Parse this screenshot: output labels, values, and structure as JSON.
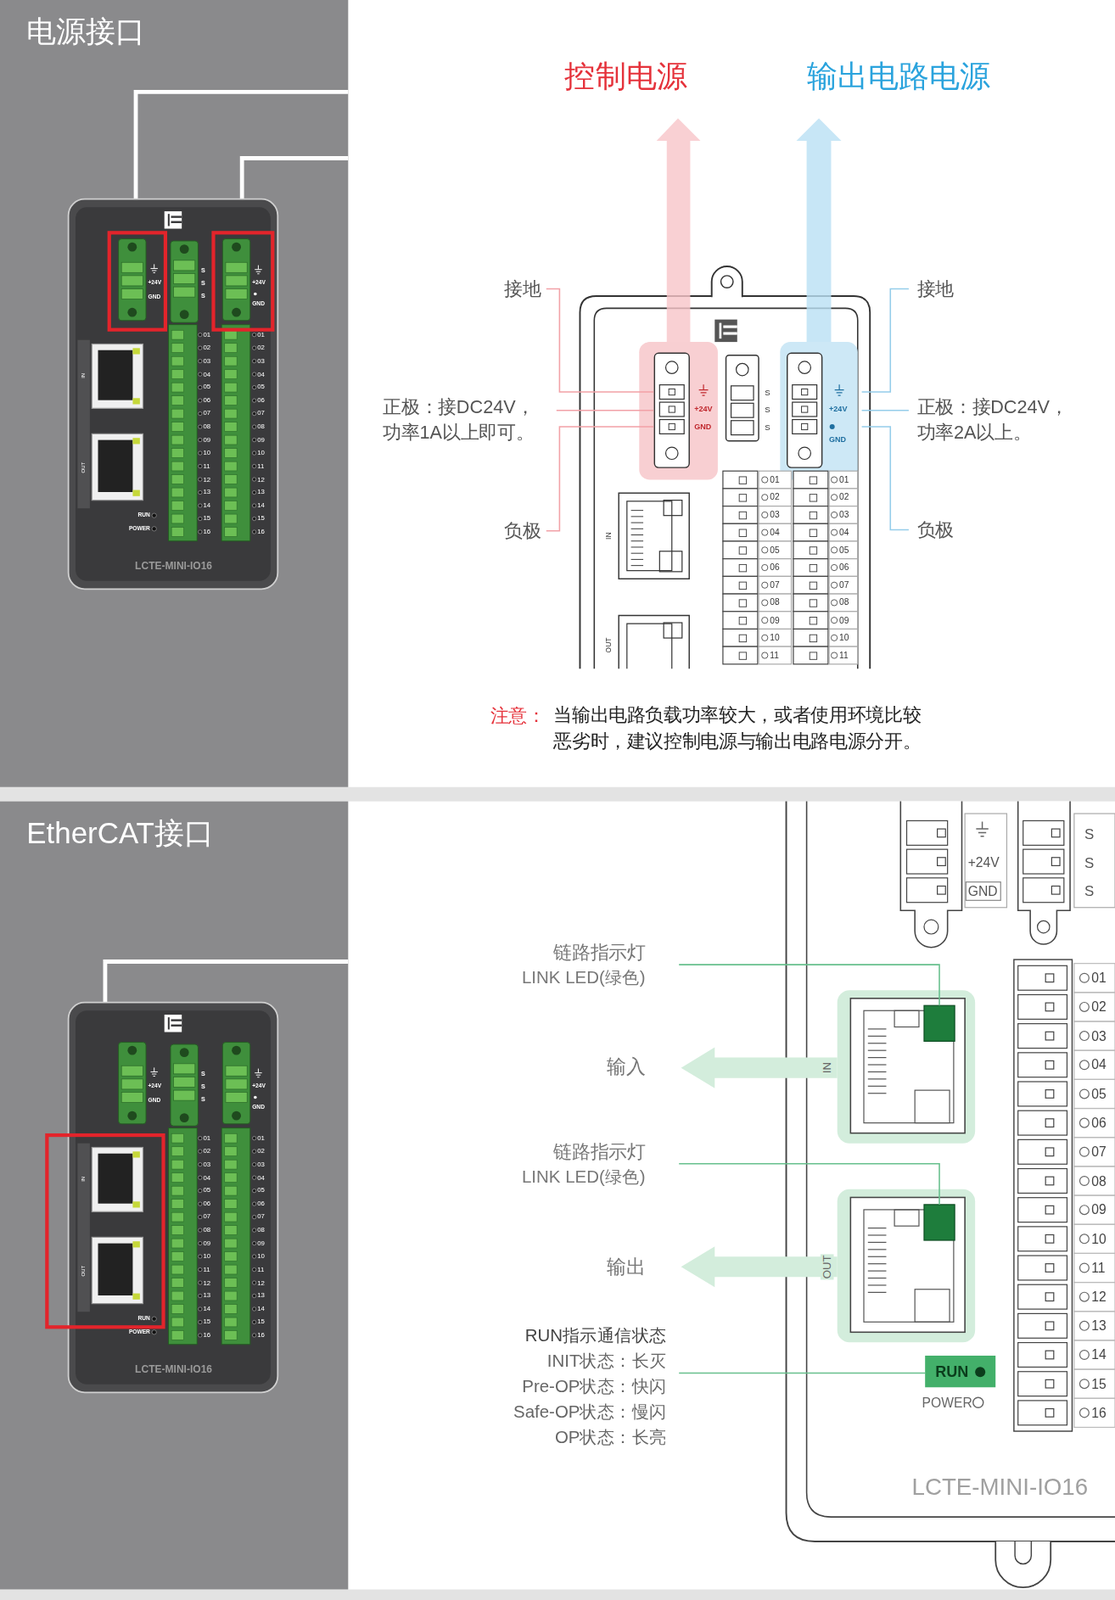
{
  "diagram": {
    "nodes": [
      {
        "text": [
          "电源接口"
        ]
      },
      {
        "text": [
          "EtherCAT接口"
        ]
      },
      {
        "text": [
          "RUN"
        ]
      }
    ],
    "labels": [
      "+24V",
      "GND",
      "S",
      "S",
      "S",
      "+24V",
      "GND",
      "01",
      "02",
      "03",
      "04",
      "05",
      "06",
      "07",
      "08",
      "09",
      "10",
      "11",
      "12",
      "13",
      "14",
      "15",
      "16",
      "01",
      "02",
      "03",
      "04",
      "05",
      "06",
      "07",
      "08",
      "09",
      "10",
      "11",
      "12",
      "13",
      "14",
      "15",
      "16",
      "IN",
      "OUT",
      "RUN",
      "POWER",
      "LCTE-MINI-IO16",
      "控制电源",
      "输出电路电源",
      "接地",
      "正极：接DC24V， 功率1A以上即可。",
      "负极",
      "接地",
      "正极：接DC24V， 功率2A以上。",
      "负极",
      "+24V",
      "GND",
      "S",
      "S",
      "S",
      "+24V",
      "GND",
      "01",
      "02",
      "03",
      "04",
      "05",
      "06",
      "07",
      "08",
      "09",
      "10",
      "11",
      "01",
      "02",
      "03",
      "04",
      "05",
      "06",
      "07",
      "08",
      "09",
      "10",
      "11",
      "IN",
      "OUT",
      "注意：",
      "当输出电路负载功率较大，或者使用环境比较 恶劣时，建议控制电源与输出电路电源分开。",
      "+24V",
      "GND",
      "S",
      "S",
      "S",
      "+24V",
      "GND",
      "01",
      "02",
      "03",
      "04",
      "05",
      "06",
      "07",
      "08",
      "09",
      "10",
      "11",
      "12",
      "13",
      "14",
      "15",
      "16",
      "01",
      "02",
      "03",
      "04",
      "05",
      "06",
      "07",
      "08",
      "09",
      "10",
      "11",
      "12",
      "13",
      "14",
      "15",
      "16",
      "IN",
      "OUT",
      "RUN",
      "POWER",
      "LCTE-MINI-IO16",
      "链路指示灯",
      "LINK LED(绿色)",
      "输入",
      "链路指示灯",
      "LINK LED(绿色)",
      "输出",
      "RUN指示通信状态",
      "INIT状态：长灭",
      "Pre-OP状态：快闪",
      "Safe-OP状态：慢闪",
      "OP状态：长亮",
      "+24V",
      "GND",
      "S",
      "S",
      "S",
      "01",
      "02",
      "03",
      "04",
      "05",
      "06",
      "07",
      "08",
      "09",
      "10",
      "11",
      "12",
      "13",
      "14",
      "15",
      "16",
      "IN",
      "OUT",
      "POWER",
      "LCTE-MINI-IO16"
    ]
  }
}
